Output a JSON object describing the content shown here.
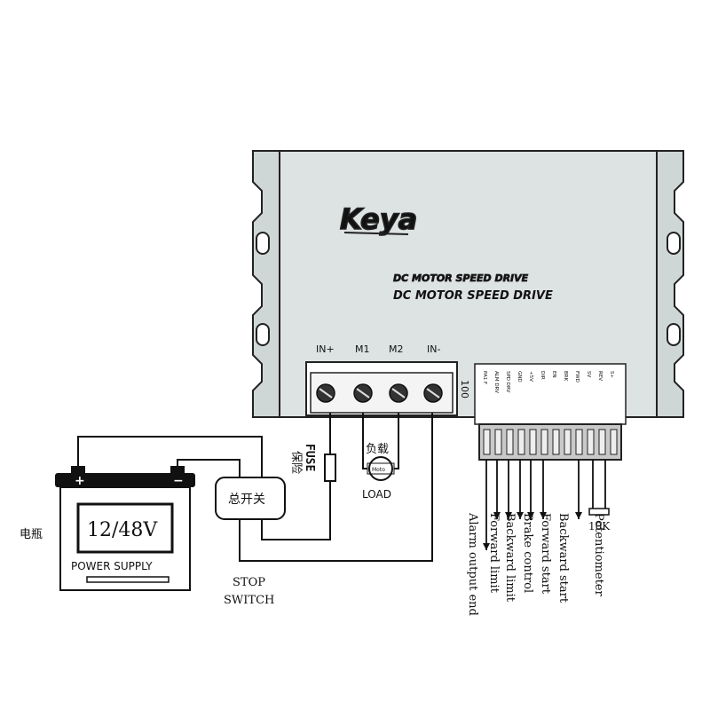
{
  "brand": {
    "logo_text": "Keya",
    "title_1": "DC MOTOR SPEED DRIVE",
    "title_2": "DC MOTOR SPEED DRIVE"
  },
  "terminals": {
    "in_plus": "IN+",
    "m1": "M1",
    "m2": "M2",
    "in_minus": "IN-",
    "side_mark": "100"
  },
  "battery": {
    "side_label": "电瓶",
    "voltage": "12/48V",
    "label": "POWER SUPPLY",
    "plus": "+",
    "minus": "−"
  },
  "switch": {
    "chinese": "总开关",
    "label_line1": "STOP",
    "label_line2": "SWITCH"
  },
  "fuse": {
    "label": "FUSE",
    "chinese": "保险"
  },
  "load": {
    "chinese": "负载",
    "label": "LOAD",
    "motor_mark": "Moto"
  },
  "control_pins": [
    "PA1 F",
    "ALM DRV",
    "SPD DRV",
    "GND",
    "+5V",
    "DIR",
    "EN",
    "BRK",
    "FWD",
    "SV",
    "REV",
    "S+"
  ],
  "control_labels": [
    "Alarm output end",
    "Forward limit",
    "Backward limit",
    "Brake control",
    "Forward start",
    "Backward start",
    "Potentiometer"
  ],
  "potentiometer": {
    "value": "10K"
  }
}
